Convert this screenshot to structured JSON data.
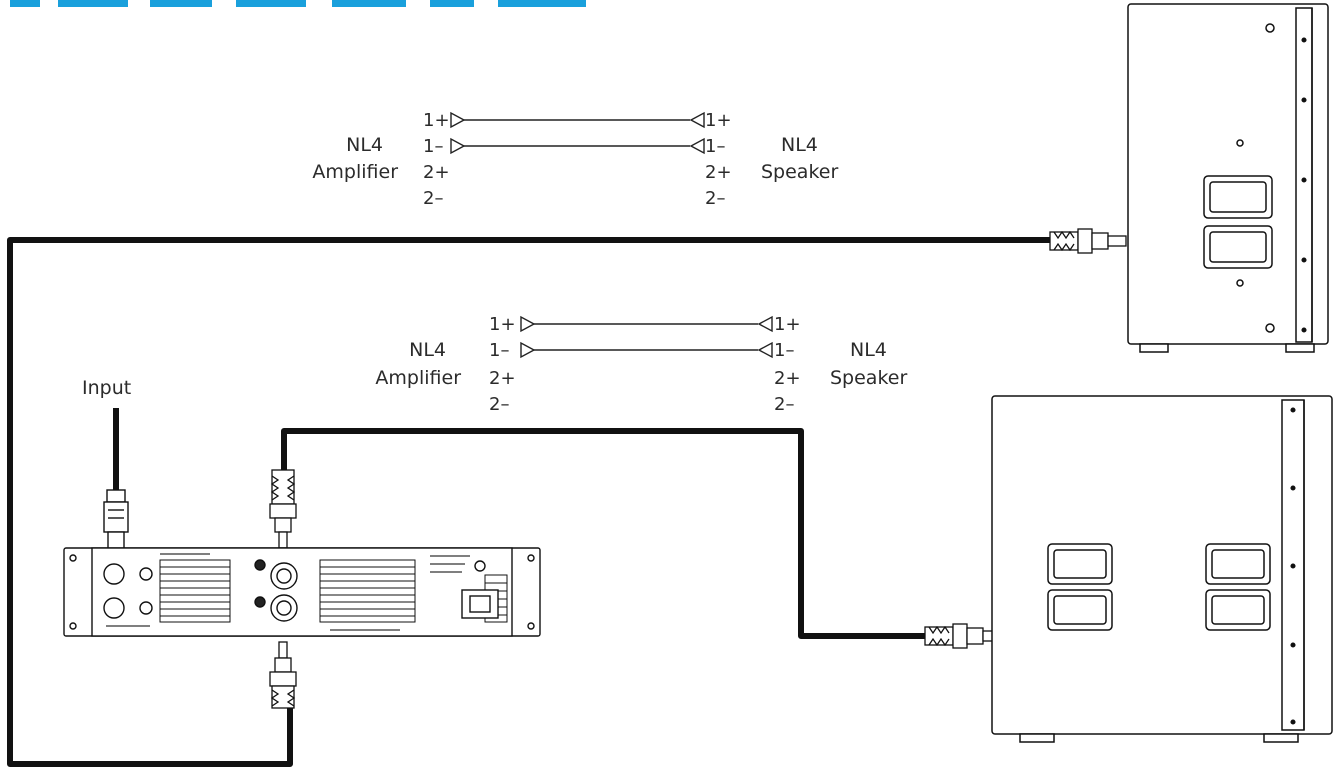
{
  "colors": {
    "ink": "#111111",
    "line": "#222222",
    "label": "#2b2b2b",
    "title": "#1aa0dc",
    "panel": "#ffffff"
  },
  "input_label": "Input",
  "top_pinout": {
    "left_title_1": "NL4",
    "left_title_2": "Amplifier",
    "right_title_1": "NL4",
    "right_title_2": "Speaker",
    "left_pins": [
      "1+",
      "1–",
      "2+",
      "2–"
    ],
    "right_pins": [
      "1+",
      "1–",
      "2+",
      "2–"
    ]
  },
  "bottom_pinout": {
    "left_title_1": "NL4",
    "left_title_2": "Amplifier",
    "right_title_1": "NL4",
    "right_title_2": "Speaker",
    "left_pins": [
      "1+",
      "1–",
      "2+",
      "2–"
    ],
    "right_pins": [
      "1+",
      "1–",
      "2+",
      "2–"
    ]
  },
  "icons": {
    "speaker_full_range": "full-range-speaker-icon",
    "speaker_sub": "subwoofer-cabinet-icon",
    "amplifier": "power-amplifier-rear-panel-icon",
    "nl4_connector": "nl4-speakon-connector-icon",
    "xlr_connector": "xlr-connector-icon"
  }
}
